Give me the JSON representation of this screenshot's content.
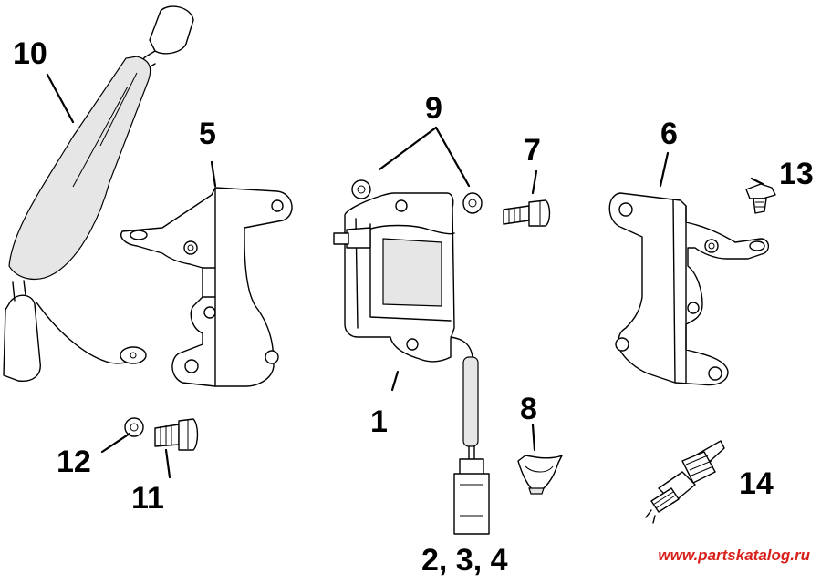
{
  "callouts": {
    "c1": "1",
    "c234": "2, 3, 4",
    "c5": "5",
    "c6": "6",
    "c7": "7",
    "c8": "8",
    "c9": "9",
    "c10": "10",
    "c11": "11",
    "c12": "12",
    "c13": "13",
    "c14": "14"
  },
  "watermark": "www.partskatalog.ru",
  "colors": {
    "ink": "#000000",
    "watermark": "#d9211b",
    "background": "#ffffff",
    "shade": "#e6e6e6"
  }
}
